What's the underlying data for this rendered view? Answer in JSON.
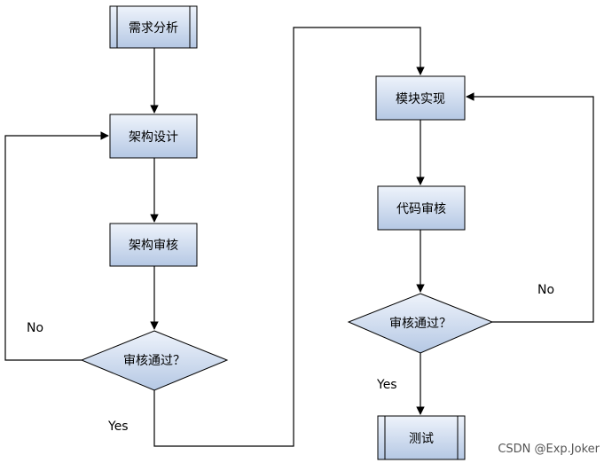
{
  "colors": {
    "node_fill_top": "#eef3fb",
    "node_fill_bottom": "#b5c8e4",
    "line": "#000000"
  },
  "nodes": {
    "requirements": "需求分析",
    "arch_design": "架构设计",
    "arch_review": "架构审核",
    "review_pass_1": "审核通过？",
    "module_impl": "模块实现",
    "code_review": "代码审核",
    "review_pass_2": "审核通过？",
    "test": "测试"
  },
  "edge_labels": {
    "no_1": "No",
    "yes_1": "Yes",
    "no_2": "No",
    "yes_2": "Yes"
  },
  "watermark": "CSDN @Exp.Joker"
}
